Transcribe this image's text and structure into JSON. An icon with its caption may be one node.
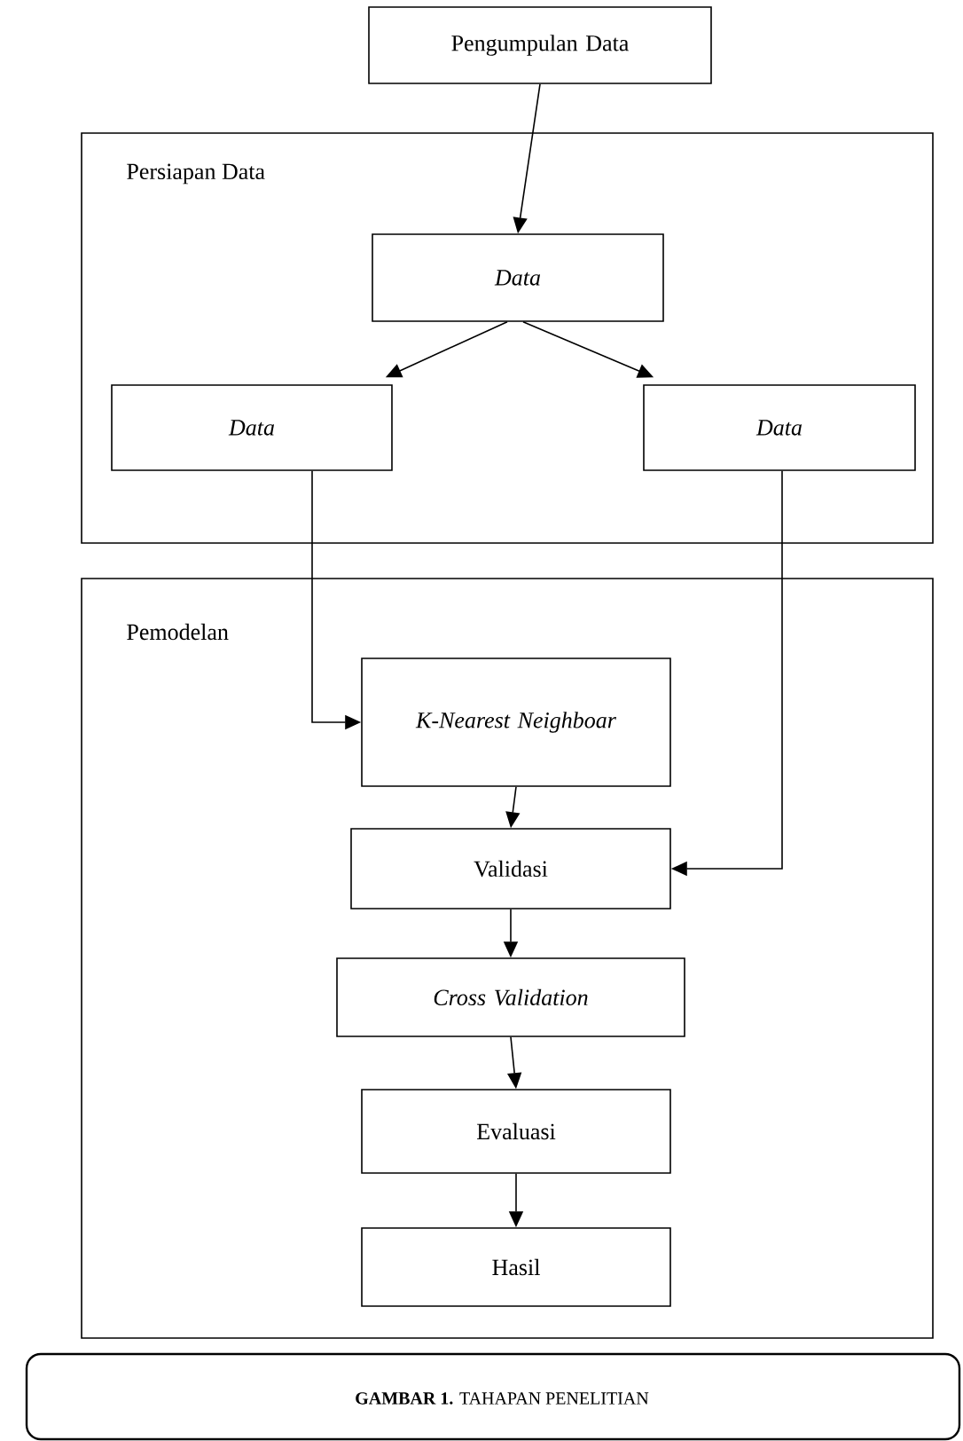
{
  "diagram": {
    "caption": "**GAMBAR 1.** TAHAPAN PENELITIAN",
    "nodes": [
      {
        "text": [
          "Pengumpulan Data"
        ]
      },
      {
        "text": [
          "Persiapan Data"
        ]
      },
      {
        "text": [
          "*Data*"
        ],
        "in": 1
      },
      {
        "text": [
          "*Data*"
        ],
        "in": 1
      },
      {
        "text": [
          "*Data*"
        ],
        "in": 1
      },
      {
        "text": [
          "Pemodelan"
        ]
      },
      {
        "text": [
          "*K-Nearest Neighboar*"
        ],
        "in": 5
      },
      {
        "text": [
          "Validasi"
        ],
        "in": 5
      },
      {
        "text": [
          "*Cross Validation*"
        ],
        "in": 5
      },
      {
        "text": [
          "Evaluasi"
        ],
        "in": 5
      },
      {
        "text": [
          "Hasil"
        ],
        "in": 5
      }
    ],
    "edges": [
      {
        "from": 0,
        "to": 2,
        "arrow": "to"
      },
      {
        "from": 2,
        "to": 3,
        "arrow": "to"
      },
      {
        "from": 2,
        "to": 4,
        "arrow": "to"
      },
      {
        "from": 3,
        "to": 6,
        "arrow": "to"
      },
      {
        "from": 4,
        "to": 7,
        "arrow": "to"
      },
      {
        "from": 6,
        "to": 7,
        "arrow": "to"
      },
      {
        "from": 7,
        "to": 8,
        "arrow": "to"
      },
      {
        "from": 8,
        "to": 9,
        "arrow": "to"
      },
      {
        "from": 9,
        "to": 10,
        "arrow": "to"
      }
    ]
  }
}
